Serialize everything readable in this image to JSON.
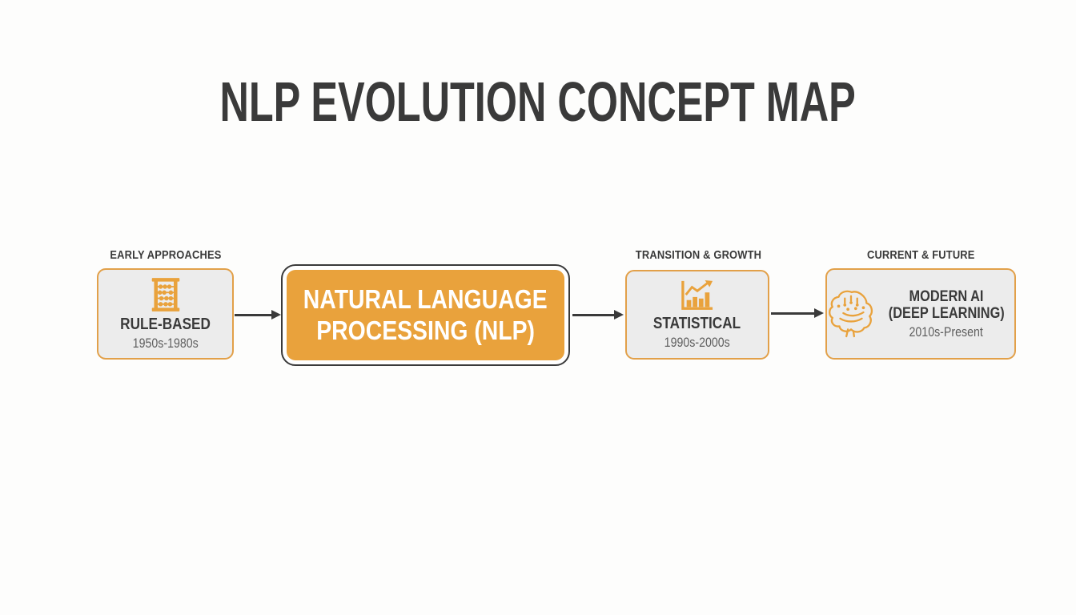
{
  "title": "NLP EVOLUTION CONCEPT MAP",
  "center_node": {
    "line1": "NATURAL LANGUAGE",
    "line2": "PROCESSING (NLP)"
  },
  "stages": [
    {
      "group_label": "EARLY APPROACHES",
      "icon": "abacus-icon",
      "name": "RULE-BASED",
      "period": "1950s-1980s"
    },
    {
      "group_label": "TRANSITION & GROWTH",
      "icon": "bar-chart-icon",
      "name": "STATISTICAL",
      "period": "1990s-2000s"
    },
    {
      "group_label": "CURRENT & FUTURE",
      "icon": "brain-icon",
      "name_line1": "MODERN AI",
      "name_line2": "(DEEP LEARNING)",
      "period": "2010s-Present"
    }
  ],
  "colors": {
    "accent_orange": "#E9A23C",
    "node_border_orange": "#E2A049",
    "node_fill_gray": "#ECECEC",
    "dark_text": "#3A3A3A",
    "muted_text": "#5F5F5F",
    "center_text": "#FFFFFF",
    "arrow": "#3A3A3A",
    "background": "#FDFDFC"
  }
}
